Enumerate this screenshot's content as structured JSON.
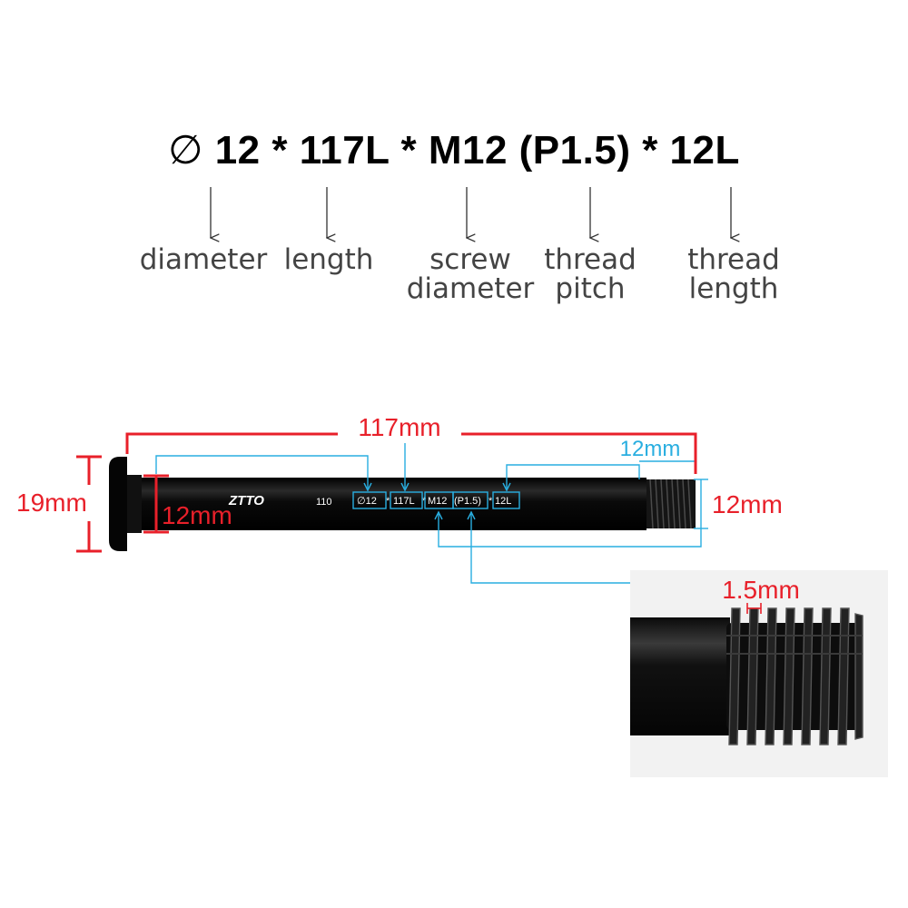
{
  "spec": {
    "diameter_symbol": "∅",
    "text": "12 * 117L * M12 (P1.5) * 12L"
  },
  "terms": {
    "diameter": "diameter",
    "length": "length",
    "screw_line1": "screw",
    "screw_line2": "diameter",
    "pitch_line1": "thread",
    "pitch_line2": "pitch",
    "tlen_line1": "thread",
    "tlen_line2": "length"
  },
  "dimensions": {
    "overall_length": "117mm",
    "thread_length": "12mm",
    "head_diameter": "19mm",
    "shaft_diameter": "12mm",
    "screw_diameter": "12mm",
    "thread_pitch": "1.5mm"
  },
  "axle_marking": {
    "brand": "ZTTO",
    "size": "110",
    "dia": "∅12",
    "sep": "*",
    "length": "117L",
    "screw": "M12",
    "pitch": "(P1.5)",
    "tlen": "12L"
  },
  "colors": {
    "dimension_red": "#e8202a",
    "callout_cyan": "#29aee0",
    "axle_black": "#0d0d0d"
  }
}
